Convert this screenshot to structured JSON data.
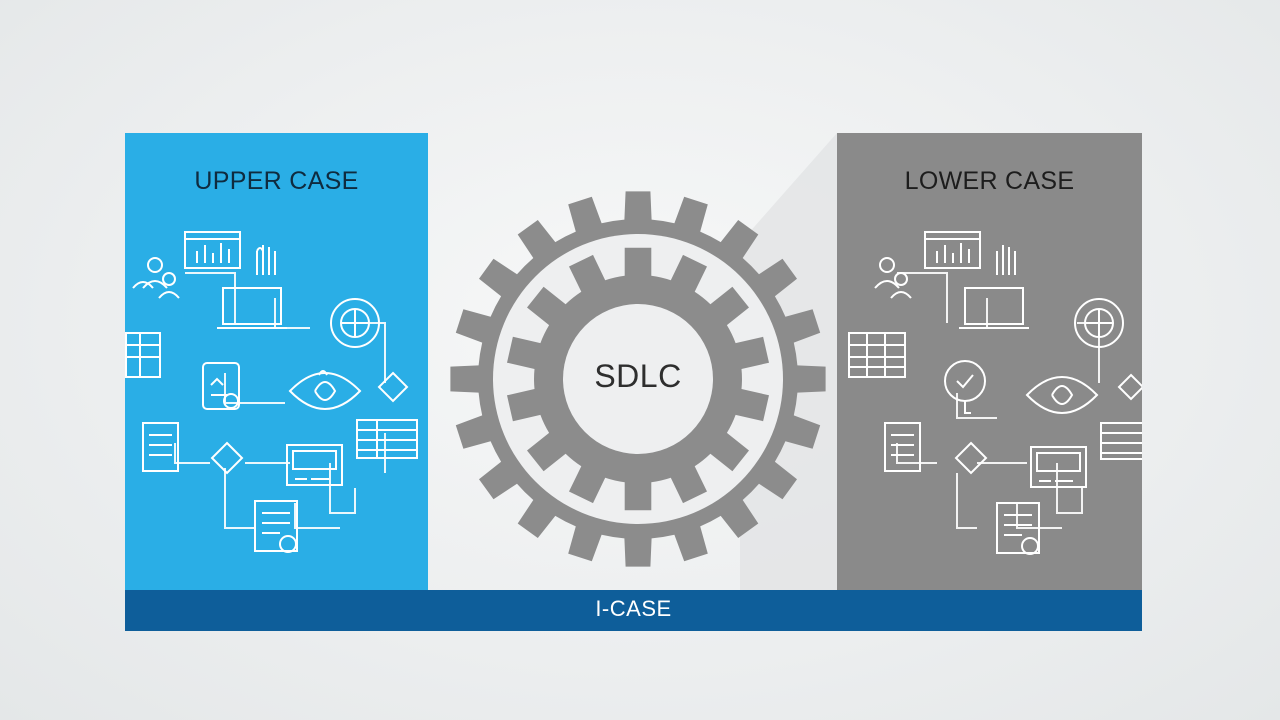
{
  "diagram": {
    "left_panel": {
      "title": "UPPER CASE",
      "color": "#2aaee6",
      "icons": [
        "users-icon",
        "bar-chart-window-icon",
        "hand-icon",
        "laptop-icon",
        "table-icon",
        "mobile-app-icon",
        "globe-icon",
        "eye-icon",
        "diamond-decision-icon",
        "document-icon",
        "decision-icon",
        "dashboard-icon",
        "form-icon",
        "spreadsheet-icon"
      ]
    },
    "right_panel": {
      "title": "LOWER CASE",
      "color": "#8a8a8a",
      "icons": [
        "users-icon",
        "bar-chart-window-icon",
        "hand-icon",
        "laptop-icon",
        "table-icon",
        "clock-icon",
        "globe-icon",
        "eye-icon",
        "diamond-decision-icon",
        "document-icon",
        "decision-icon",
        "dashboard-icon",
        "form-icon",
        "spreadsheet-icon"
      ]
    },
    "center": {
      "label": "SDLC",
      "gear_color": "#8c8c8c"
    },
    "bottom_bar": {
      "label": "I-CASE",
      "color": "#0e5e9a"
    }
  }
}
